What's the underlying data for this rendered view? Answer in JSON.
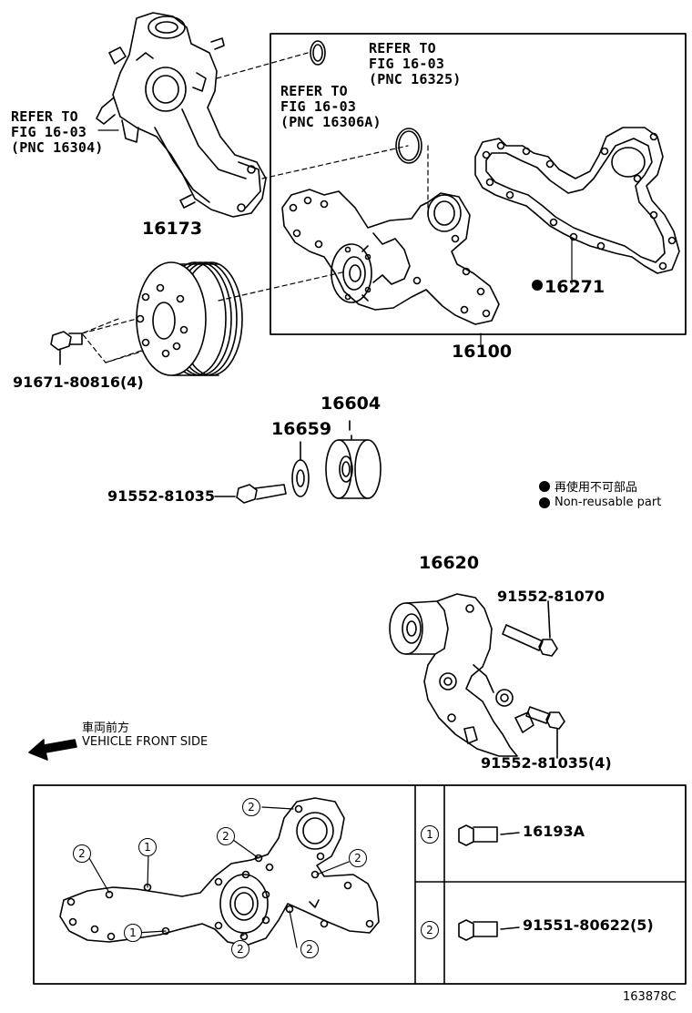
{
  "refs": {
    "ref_16304": [
      "REFER TO",
      "FIG 16-03",
      "(PNC 16304)"
    ],
    "ref_16306a": [
      "REFER TO",
      "FIG 16-03",
      "(PNC 16306A)"
    ],
    "ref_16325": [
      "REFER TO",
      "FIG 16-03",
      "(PNC 16325)"
    ]
  },
  "parts": {
    "p16173": "16173",
    "p16100": "16100",
    "p16271": "16271",
    "p91671": "91671-80816(4)",
    "p16604": "16604",
    "p16659": "16659",
    "p91552a": "91552-81035",
    "p16620": "16620",
    "p91552b": "91552-81070",
    "p91552c": "91552-81035(4)",
    "p16193a": "16193A",
    "p91551": "91551-80622(5)"
  },
  "legend": {
    "jp": "再使用不可部品",
    "en": "Non-reusable part"
  },
  "direction": {
    "jp": "車両前方",
    "en": "VEHICLE FRONT SIDE"
  },
  "markers": {
    "one": "1",
    "two": "2"
  },
  "figure_id": "163878C"
}
